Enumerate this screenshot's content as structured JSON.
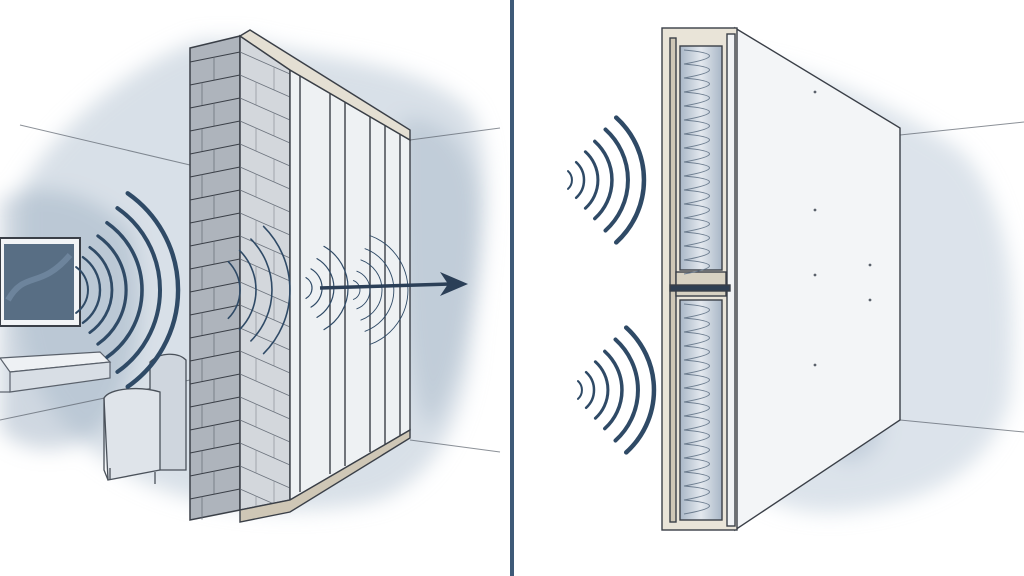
{
  "palette": {
    "background": "#ffffff",
    "ink": "#3a3f47",
    "wash": "#b9c6d4",
    "wash_dark": "#8fa3b8",
    "wave": "#2f4a66",
    "divider": "#3e5a78",
    "masonry": "#c9ccd1",
    "insulation": "#d6dde6"
  },
  "panels": [
    {
      "id": "left",
      "caption": "",
      "elements": [
        "tv-icon",
        "tv-stand",
        "armchair",
        "masonry-wall",
        "stud-frame",
        "sound-waves",
        "transmission-arrow"
      ]
    },
    {
      "id": "right",
      "caption": "",
      "elements": [
        "insulated-wall-section",
        "drywall-panel",
        "sound-waves-upper",
        "sound-waves-lower"
      ]
    }
  ]
}
